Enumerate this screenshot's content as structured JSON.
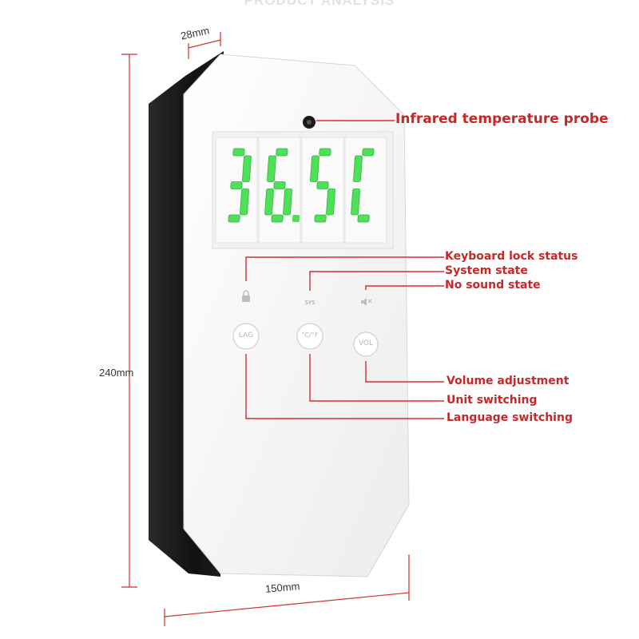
{
  "header": {
    "title": "PRODUCT ANALYSIS"
  },
  "dimensions": {
    "depth": "28mm",
    "height": "240mm",
    "width": "150mm"
  },
  "display": {
    "reading": "36.5",
    "unit": "C",
    "digit_color": "#4fe05a"
  },
  "indicators": {
    "sys_label": "SYS"
  },
  "buttons": {
    "language": "LAG",
    "unit": "°C/°F",
    "volume": "VOL"
  },
  "callouts": {
    "probe": "Infrared temperature probe",
    "keyboard_lock": "Keyboard lock status",
    "system_state": "System state",
    "no_sound": "No sound state",
    "volume_adjustment": "Volume adjustment",
    "unit_switching": "Unit switching",
    "language_switching": "Language switching"
  },
  "colors": {
    "callout_red": "#d32f2f",
    "device_body": "#f7f7f7",
    "device_side": "#1e1e1e"
  }
}
